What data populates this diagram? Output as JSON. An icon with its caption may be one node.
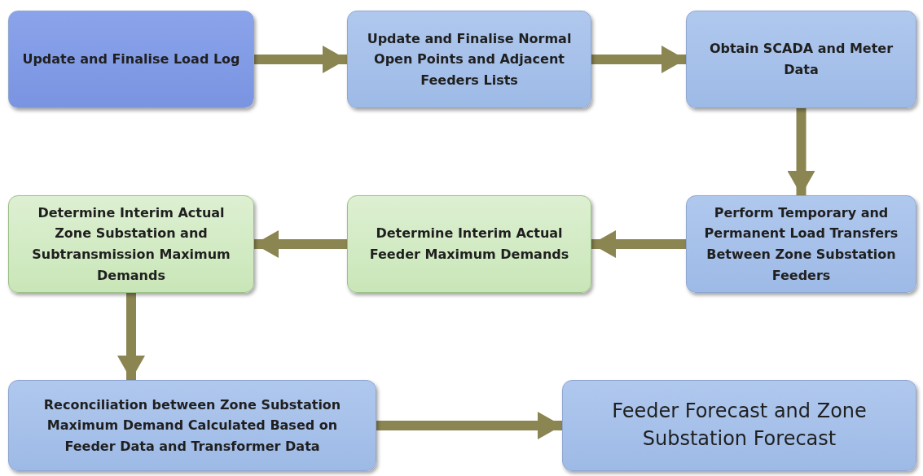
{
  "diagram": {
    "nodes": [
      {
        "text": [
          "Update and Finalise Load Log"
        ]
      },
      {
        "text": [
          "Update and Finalise Normal Open Points and Adjacent Feeders Lists"
        ]
      },
      {
        "text": [
          "Obtain SCADA and Meter Data"
        ]
      },
      {
        "text": [
          "Perform Temporary and Permanent Load Transfers Between Zone Substation Feeders"
        ]
      },
      {
        "text": [
          "Determine Interim Actual Feeder Maximum Demands"
        ]
      },
      {
        "text": [
          "Determine Interim Actual Zone Substation and Subtransmission Maximum Demands"
        ]
      },
      {
        "text": [
          "Reconciliation between Zone Substation Maximum Demand Calculated Based on Feeder Data and Transformer Data"
        ]
      },
      {
        "text": [
          "Feeder Forecast and Zone Substation Forecast"
        ]
      }
    ],
    "edges": [
      {
        "from": 0,
        "to": 1,
        "arrow": "to"
      },
      {
        "from": 1,
        "to": 2,
        "arrow": "to"
      },
      {
        "from": 2,
        "to": 3,
        "arrow": "to"
      },
      {
        "from": 3,
        "to": 4,
        "arrow": "to"
      },
      {
        "from": 4,
        "to": 5,
        "arrow": "to"
      },
      {
        "from": 5,
        "to": 6,
        "arrow": "to"
      },
      {
        "from": 6,
        "to": 7,
        "arrow": "to"
      }
    ]
  }
}
